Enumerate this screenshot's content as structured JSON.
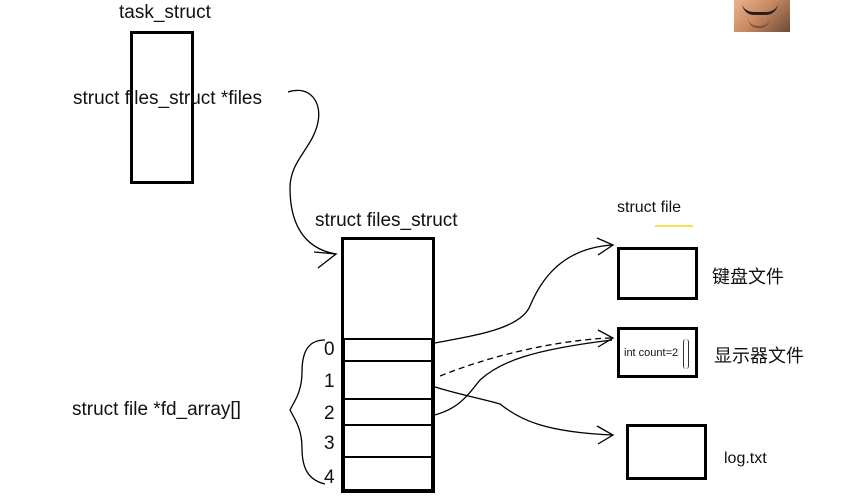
{
  "task_struct": {
    "title": "task_struct",
    "field": "struct files_struct *files"
  },
  "files_struct": {
    "title": "struct files_struct",
    "fd_array_label": "struct file *fd_array[]",
    "indices": [
      "0",
      "1",
      "2",
      "3",
      "4"
    ]
  },
  "file_column": {
    "title": "struct file",
    "files": [
      {
        "label": "键盘文件",
        "content": ""
      },
      {
        "label": "显示器文件",
        "content": "int count=2"
      },
      {
        "label": "log.txt",
        "content": ""
      }
    ]
  },
  "colors": {
    "stroke": "#000000",
    "highlight": "#f2e24a"
  }
}
